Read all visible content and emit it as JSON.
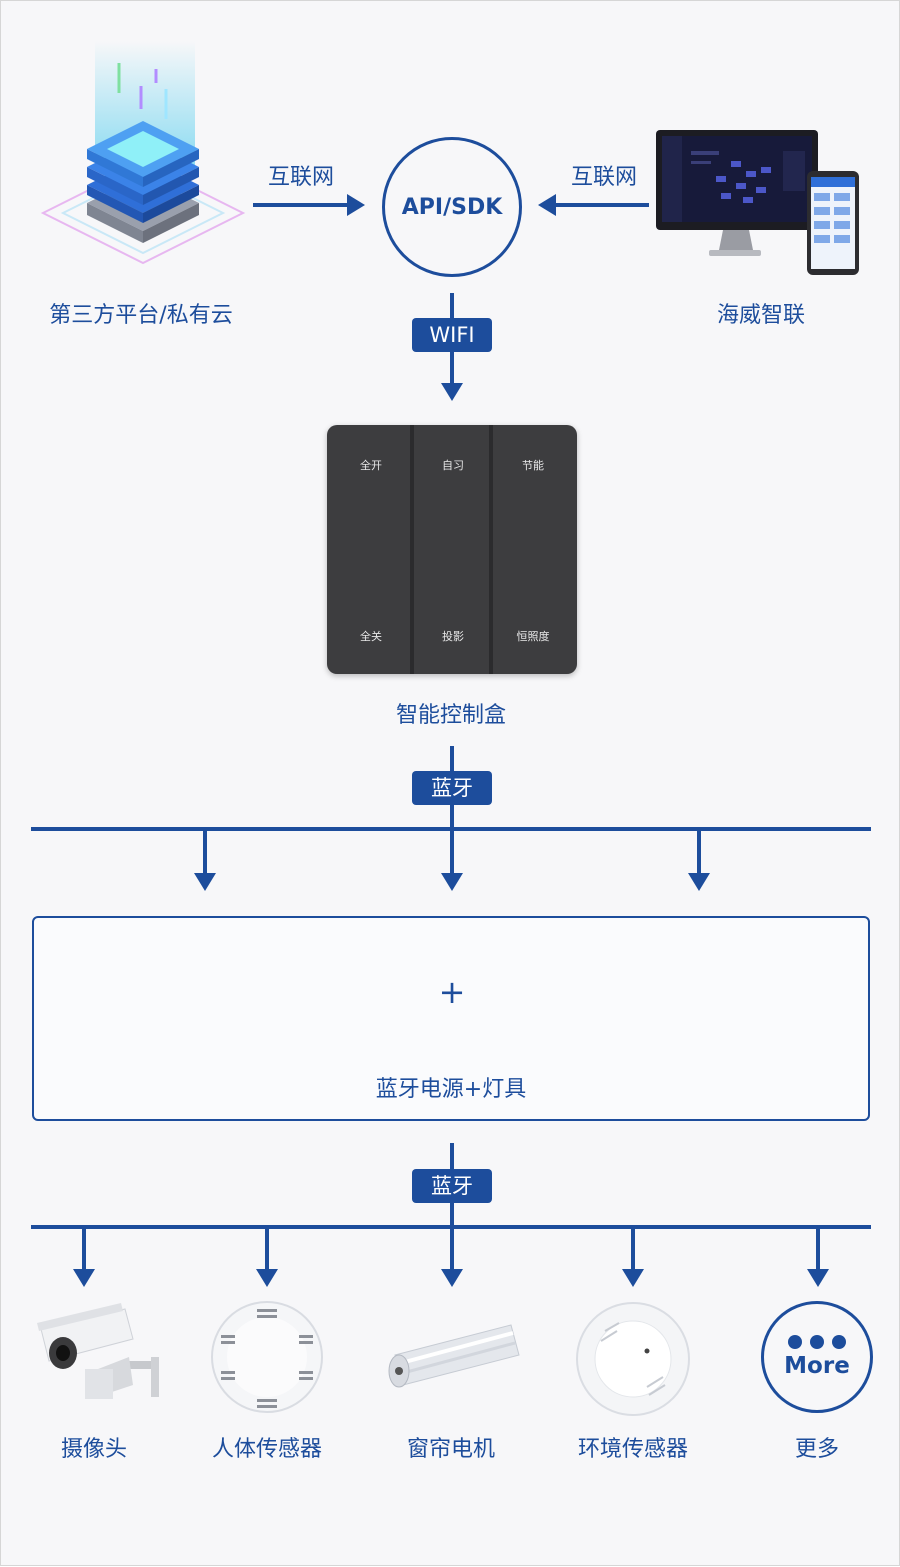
{
  "top": {
    "left_label": "第三方平台/私有云",
    "left_arrow_label": "互联网",
    "center_circle": "API/SDK",
    "right_arrow_label": "互联网",
    "right_label": "海威智联"
  },
  "wifi_label": "WIFI",
  "control_box": {
    "label": "智能控制盒",
    "keys_top": [
      "全开",
      "自习",
      "节能"
    ],
    "keys_bottom": [
      "全关",
      "投影",
      "恒照度"
    ]
  },
  "bluetooth_label_1": "蓝牙",
  "device_group": {
    "plus": "+",
    "label": "蓝牙电源+灯具"
  },
  "bluetooth_label_2": "蓝牙",
  "sensors": [
    {
      "label": "摄像头",
      "icon": "camera-icon"
    },
    {
      "label": "人体传感器",
      "icon": "motion-sensor-icon"
    },
    {
      "label": "窗帘电机",
      "icon": "curtain-motor-icon"
    },
    {
      "label": "环境传感器",
      "icon": "smoke-detector-icon"
    },
    {
      "label": "更多",
      "icon": "more-icon",
      "badge": "More"
    }
  ],
  "colors": {
    "accent": "#1d4d9c",
    "panel": "#3d3d3f",
    "background": "#f7f7f9"
  }
}
